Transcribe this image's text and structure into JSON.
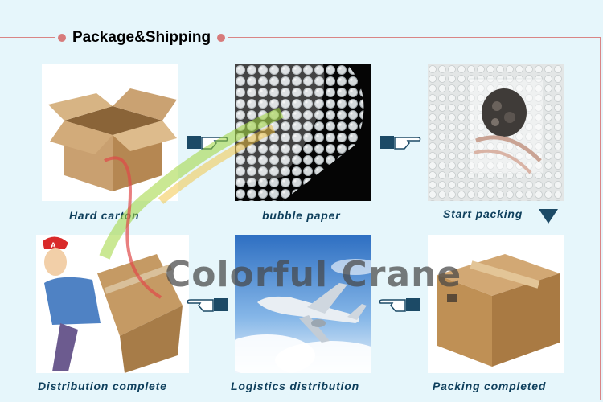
{
  "header": {
    "title": "Package&Shipping"
  },
  "steps": [
    {
      "caption": "Hard carton"
    },
    {
      "caption": "bubble paper"
    },
    {
      "caption": "Start packing"
    },
    {
      "caption": "Distribution complete"
    },
    {
      "caption": "Logistics distribution"
    },
    {
      "caption": "Packing completed"
    }
  ],
  "watermark": {
    "text": "Colorful Crane"
  },
  "colors": {
    "accent": "#d77b7b",
    "caption": "#0e3f5c",
    "arrow": "#1c4a66"
  }
}
